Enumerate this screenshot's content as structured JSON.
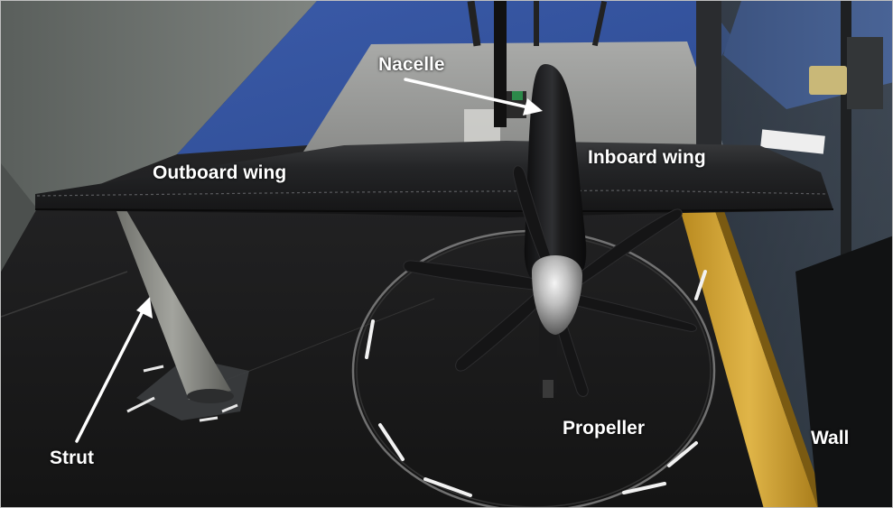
{
  "labels": {
    "nacelle": "Nacelle",
    "outboard_wing": "Outboard wing",
    "inboard_wing": "Inboard wing",
    "strut": "Strut",
    "propeller": "Propeller",
    "wall": "Wall"
  },
  "colors": {
    "label_text": "#ffffff",
    "tunnel_floor_blue": "#3b5fb0",
    "wood_beam": "#d6a93a",
    "wing_black": "#1c1c1c"
  }
}
